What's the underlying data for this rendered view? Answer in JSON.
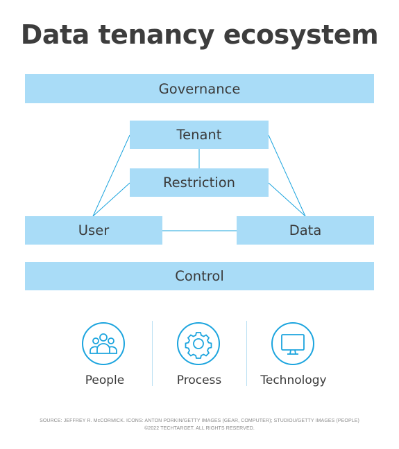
{
  "title": "Data tenancy ecosystem",
  "diagram": {
    "governance": "Governance",
    "tenant": "Tenant",
    "restriction": "Restriction",
    "user": "User",
    "data": "Data",
    "control": "Control"
  },
  "pillars": [
    {
      "label": "People",
      "icon": "people-icon"
    },
    {
      "label": "Process",
      "icon": "gear-icon"
    },
    {
      "label": "Technology",
      "icon": "computer-monitor-icon"
    }
  ],
  "source_line1": "SOURCE: JEFFREY R. McCORMICK. ICONS: ANTON PORKIN/GETTY IMAGES (GEAR, COMPUTER); STUDIOU/GETTY IMAGES (PEOPLE)",
  "source_line2": "©2022 TECHTARGET. ALL RIGHTS RESERVED.",
  "colors": {
    "box_fill": "#a9dcf7",
    "icon_stroke": "#1ba4de",
    "line": "#1ba4de",
    "text": "#3a3a3a"
  }
}
